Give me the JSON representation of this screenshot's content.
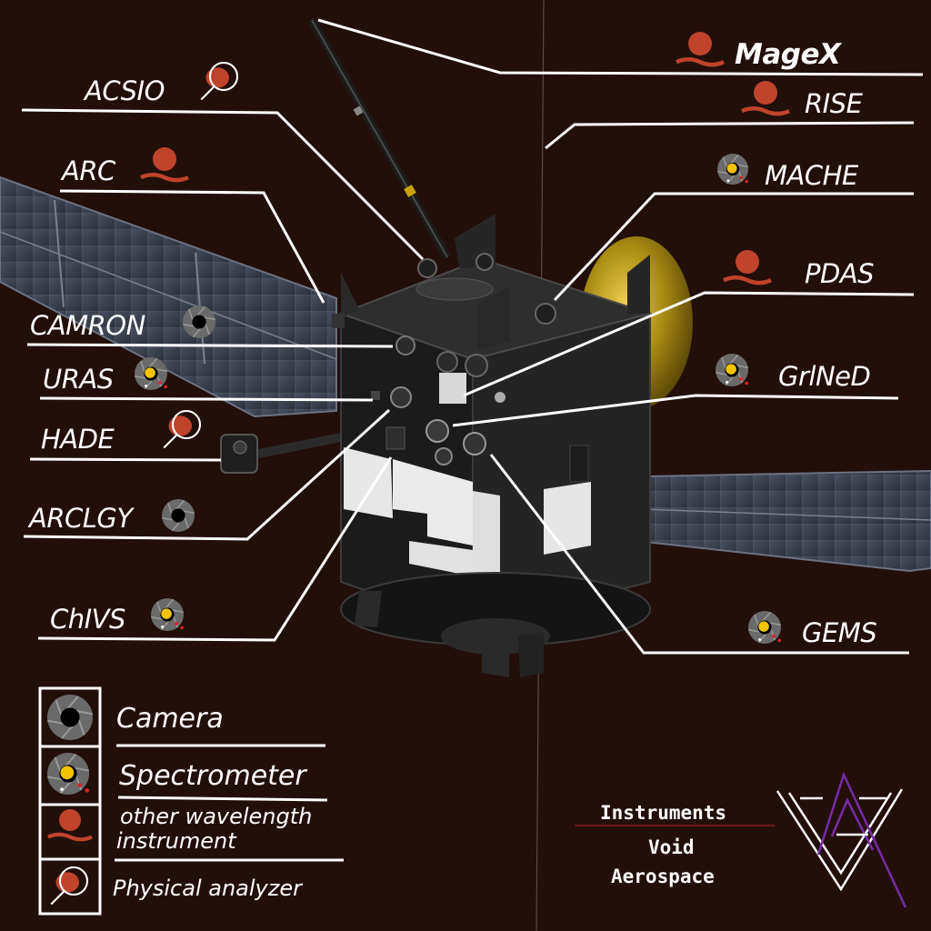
{
  "instruments": [
    {
      "id": "magex",
      "label": "MageX",
      "type": "other"
    },
    {
      "id": "rise",
      "label": "RISE",
      "type": "other"
    },
    {
      "id": "acsio",
      "label": "ACSIO",
      "type": "physical"
    },
    {
      "id": "arc",
      "label": "ARC",
      "type": "other"
    },
    {
      "id": "mache",
      "label": "MACHE",
      "type": "spectrometer"
    },
    {
      "id": "pdas",
      "label": "PDAS",
      "type": "other"
    },
    {
      "id": "camron",
      "label": "CAMRON",
      "type": "camera"
    },
    {
      "id": "uras",
      "label": "URAS",
      "type": "spectrometer"
    },
    {
      "id": "grlned",
      "label": "GrlNeD",
      "type": "spectrometer"
    },
    {
      "id": "hade",
      "label": "HADE",
      "type": "physical"
    },
    {
      "id": "arclgy",
      "label": "ARCLGY",
      "type": "camera"
    },
    {
      "id": "chivs",
      "label": "ChIVS",
      "type": "spectrometer"
    },
    {
      "id": "gems",
      "label": "GEMS",
      "type": "spectrometer"
    }
  ],
  "legend": {
    "camera": "Camera",
    "spectrometer": "Spectrometer",
    "other_line1": "other  wavelength",
    "other_line2": "instrument",
    "physical": "Physical analyzer"
  },
  "credits": {
    "line1": "Instruments",
    "line2": "Void",
    "line3": "Aerospace"
  },
  "colors": {
    "background": "#220f0a",
    "other_instrument": "#c0432b",
    "spectrometer_dot": "#f5c400",
    "logo": "#7a2aa6",
    "gold_foil": "#b8960f"
  }
}
